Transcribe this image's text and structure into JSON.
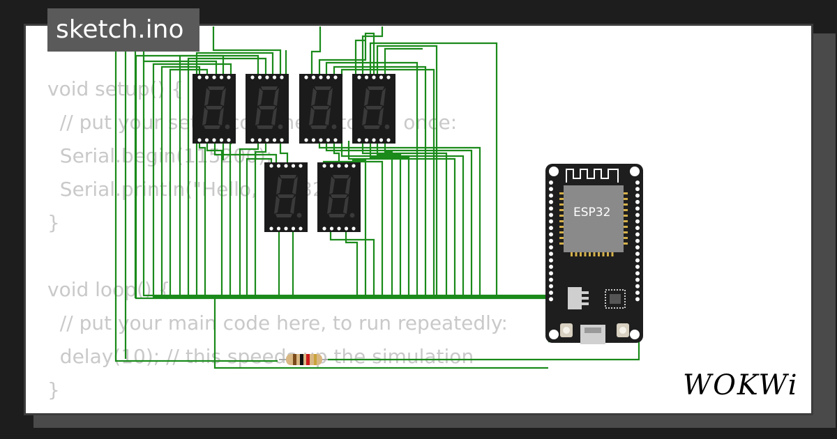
{
  "editor": {
    "file_tab": "sketch.ino",
    "code_lines": [
      "void setup() {",
      "  // put your setup code here, to run once:",
      "  Serial.begin(115200);",
      "  Serial.println(\"Hello, ESP32!\");",
      "}",
      "",
      "void loop() {",
      "  // put your main code here, to run repeatedly:",
      "  delay(10); // this speeds up the simulation",
      "}"
    ]
  },
  "board": {
    "chip_label": "ESP32"
  },
  "brand": {
    "logo": "WOKWi"
  },
  "colors": {
    "wire": "#1a8a1a",
    "display_body": "#1b1b1b",
    "segment_off": "#3a3a3a",
    "board_body": "#1e1e1e",
    "chip": "#8a8a8a",
    "code_text": "#c9c9c9",
    "tab_bg": "#5a5a5a"
  },
  "icons": [
    "seven-segment-display-icon",
    "esp32-board-icon",
    "resistor-icon",
    "wokwi-logo-icon"
  ]
}
